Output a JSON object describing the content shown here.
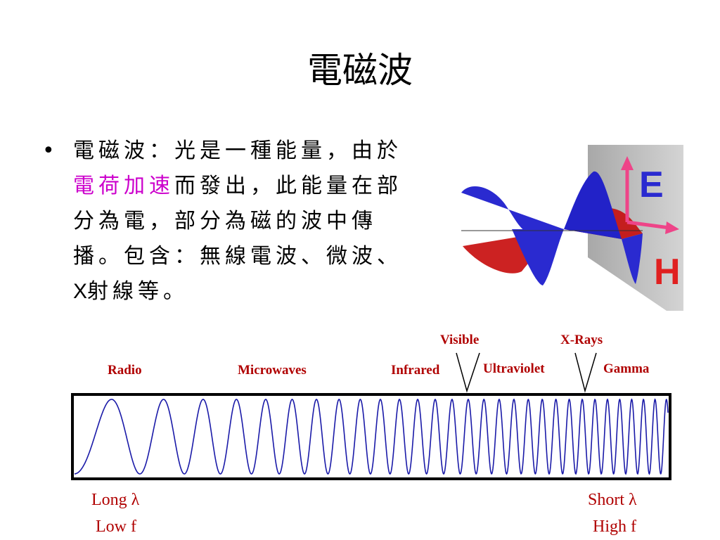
{
  "slide": {
    "title": "電磁波",
    "bullet": {
      "text_before": "電磁波：光是一種能量，由於",
      "highlight": "電荷加速",
      "text_middle": "而發出，此能量在部分為電，部分為磁的波中傳播。包含：無線電波、微波、",
      "latin": "X",
      "text_after": "射線等。"
    }
  },
  "illustration": {
    "e_label": "E",
    "h_label": "H",
    "colors": {
      "e_field": "#2a2ad0",
      "h_field": "#cc2222",
      "arrows": "#ee4488",
      "panel": "#b8b8b8"
    }
  },
  "spectrum": {
    "band_labels": [
      "Radio",
      "Microwaves",
      "Infrared",
      "Visible",
      "Ultraviolet",
      "X-Rays",
      "Gamma"
    ],
    "left_end": {
      "wavelength": "Long λ",
      "frequency": "Low f"
    },
    "right_end": {
      "wavelength": "Short λ",
      "frequency": "High f"
    },
    "colors": {
      "wave": "#1a1aa8",
      "label": "#b00000",
      "frame": "#000000"
    }
  }
}
